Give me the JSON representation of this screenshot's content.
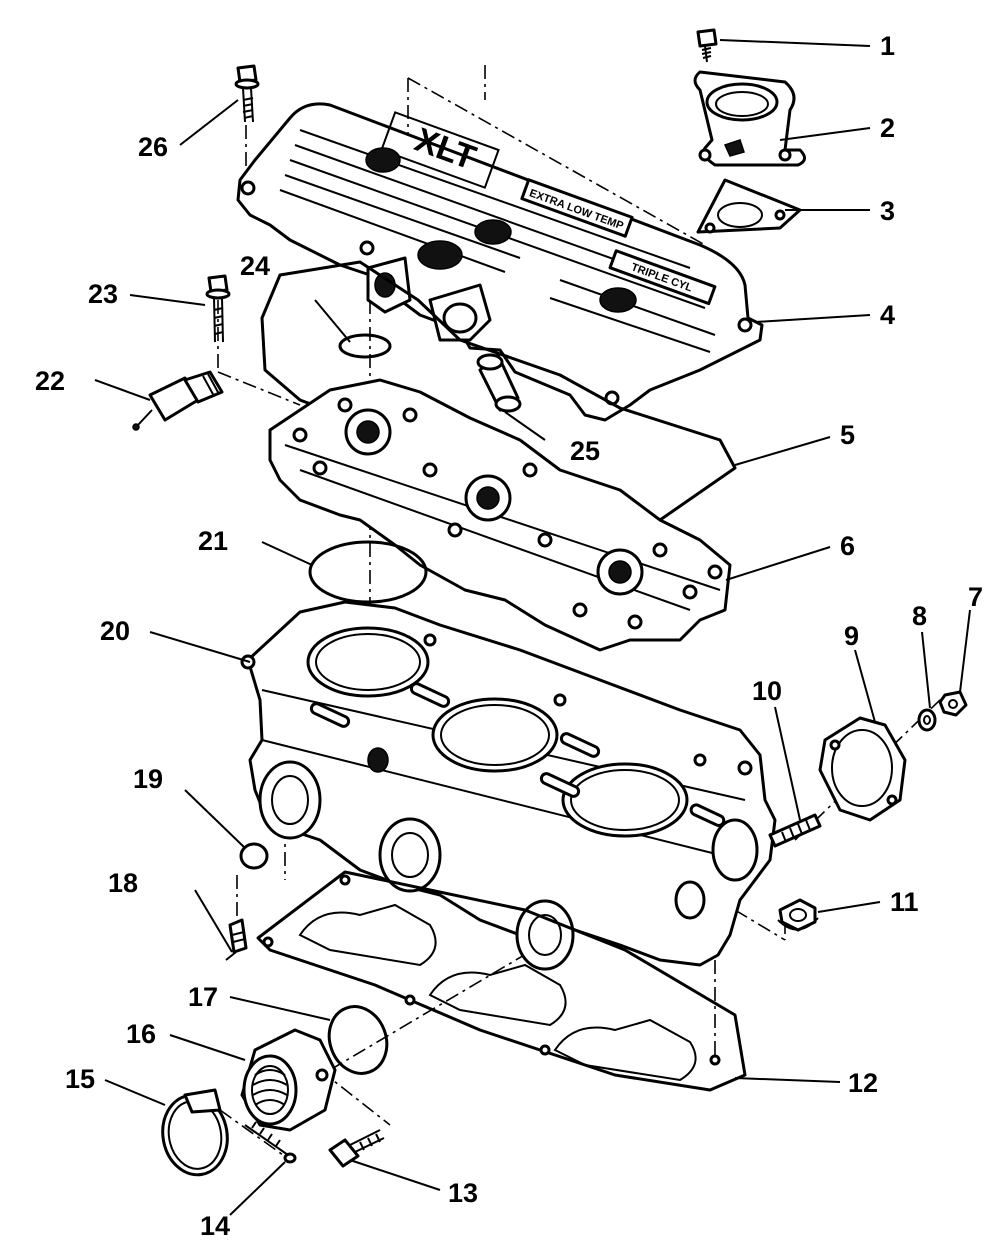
{
  "diagram": {
    "callouts": [
      {
        "id": "c1",
        "label": "1"
      },
      {
        "id": "c2",
        "label": "2"
      },
      {
        "id": "c3",
        "label": "3"
      },
      {
        "id": "c4",
        "label": "4"
      },
      {
        "id": "c5",
        "label": "5"
      },
      {
        "id": "c6",
        "label": "6"
      },
      {
        "id": "c7",
        "label": "7"
      },
      {
        "id": "c8",
        "label": "8"
      },
      {
        "id": "c9",
        "label": "9"
      },
      {
        "id": "c10",
        "label": "10"
      },
      {
        "id": "c11",
        "label": "11"
      },
      {
        "id": "c12",
        "label": "12"
      },
      {
        "id": "c13",
        "label": "13"
      },
      {
        "id": "c14",
        "label": "14"
      },
      {
        "id": "c15",
        "label": "15"
      },
      {
        "id": "c16",
        "label": "16"
      },
      {
        "id": "c17",
        "label": "17"
      },
      {
        "id": "c18",
        "label": "18"
      },
      {
        "id": "c19",
        "label": "19"
      },
      {
        "id": "c20",
        "label": "20"
      },
      {
        "id": "c21",
        "label": "21"
      },
      {
        "id": "c22",
        "label": "22"
      },
      {
        "id": "c23",
        "label": "23"
      },
      {
        "id": "c24",
        "label": "24"
      },
      {
        "id": "c25",
        "label": "25"
      },
      {
        "id": "c26",
        "label": "26"
      }
    ],
    "cover_text": {
      "logo": "XLT",
      "plate_left": "EXTRA LOW TEMP",
      "plate_right": "TRIPLE CYL"
    },
    "colors": {
      "ink": "#000000",
      "background": "#ffffff"
    }
  }
}
